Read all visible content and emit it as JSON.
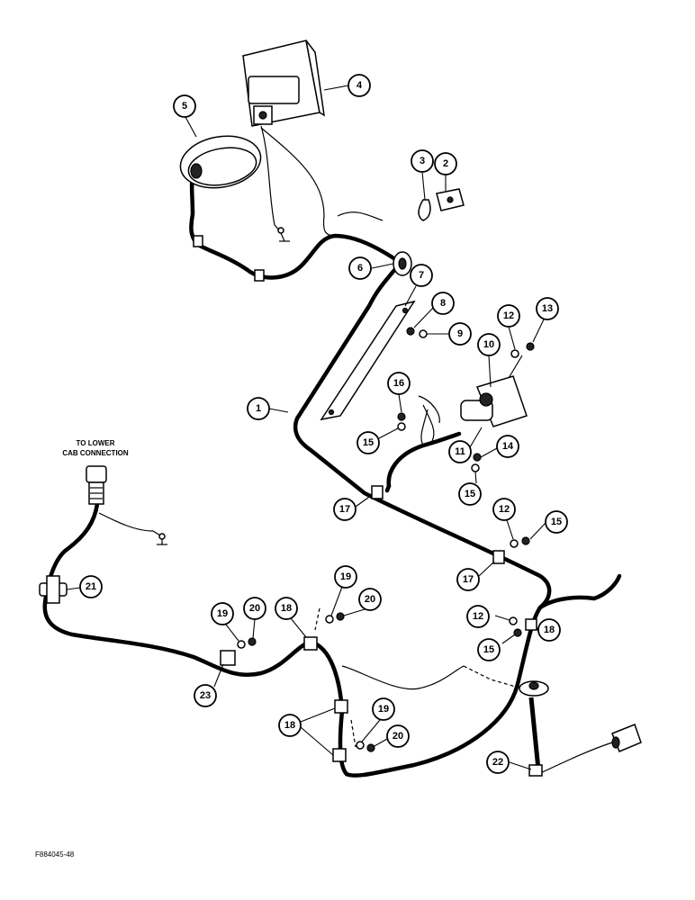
{
  "notes": {
    "lower_cab_line1": "TO LOWER",
    "lower_cab_line2": "CAB CONNECTION"
  },
  "figure_code": "F884045-48",
  "callouts": [
    {
      "id": "c1",
      "text": "1"
    },
    {
      "id": "c2",
      "text": "2"
    },
    {
      "id": "c3",
      "text": "3"
    },
    {
      "id": "c4",
      "text": "4"
    },
    {
      "id": "c5",
      "text": "5"
    },
    {
      "id": "c6",
      "text": "6"
    },
    {
      "id": "c7",
      "text": "7"
    },
    {
      "id": "c8",
      "text": "8"
    },
    {
      "id": "c9",
      "text": "9"
    },
    {
      "id": "c10",
      "text": "10"
    },
    {
      "id": "c11",
      "text": "11"
    },
    {
      "id": "c12a",
      "text": "12"
    },
    {
      "id": "c13",
      "text": "13"
    },
    {
      "id": "c14",
      "text": "14"
    },
    {
      "id": "c15a",
      "text": "15"
    },
    {
      "id": "c15b",
      "text": "15"
    },
    {
      "id": "c16",
      "text": "16"
    },
    {
      "id": "c17a",
      "text": "17"
    },
    {
      "id": "c12b",
      "text": "12"
    },
    {
      "id": "c15c",
      "text": "15"
    },
    {
      "id": "c17b",
      "text": "17"
    },
    {
      "id": "c21",
      "text": "21"
    },
    {
      "id": "c19a",
      "text": "19"
    },
    {
      "id": "c20a",
      "text": "20"
    },
    {
      "id": "c18a",
      "text": "18"
    },
    {
      "id": "c19b",
      "text": "19"
    },
    {
      "id": "c20b",
      "text": "20"
    },
    {
      "id": "c12c",
      "text": "12"
    },
    {
      "id": "c18b",
      "text": "18"
    },
    {
      "id": "c15d",
      "text": "15"
    },
    {
      "id": "c23",
      "text": "23"
    },
    {
      "id": "c19c",
      "text": "19"
    },
    {
      "id": "c20c",
      "text": "20"
    },
    {
      "id": "c18c",
      "text": "18"
    },
    {
      "id": "c22",
      "text": "22"
    }
  ]
}
